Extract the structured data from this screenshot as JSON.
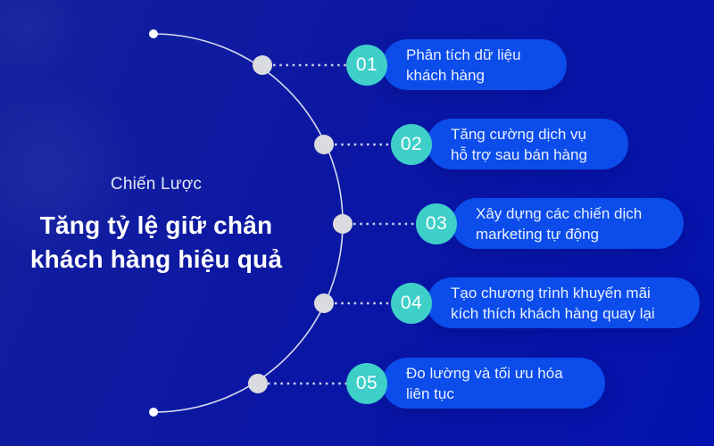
{
  "title": {
    "eyebrow": "Chiến Lược",
    "line1": "Tăng tỷ lệ giữ chân",
    "line2": "khách hàng hiệu quả"
  },
  "steps": [
    {
      "number": "01",
      "line1": "Phân tích dữ liệu",
      "line2": "khách hàng"
    },
    {
      "number": "02",
      "line1": "Tăng cường dịch vụ",
      "line2": "hỗ trợ sau bán hàng"
    },
    {
      "number": "03",
      "line1": "Xây dựng các chiến dịch",
      "line2": "marketing tự động"
    },
    {
      "number": "04",
      "line1": "Tạo chương trình khuyến mãi",
      "line2": "kích thích khách hàng quay lại"
    },
    {
      "number": "05",
      "line1": "Đo lường và tối ưu hóa",
      "line2": "liên tục"
    }
  ],
  "colors": {
    "background_start": "#14209c",
    "background_end": "#0312ae",
    "pill_blue": "#0b4ceb",
    "badge_teal": "#3ecfc9",
    "node_gray": "#d9dbde",
    "arc_white": "#f0f3f9",
    "text_white": "#ffffff"
  }
}
